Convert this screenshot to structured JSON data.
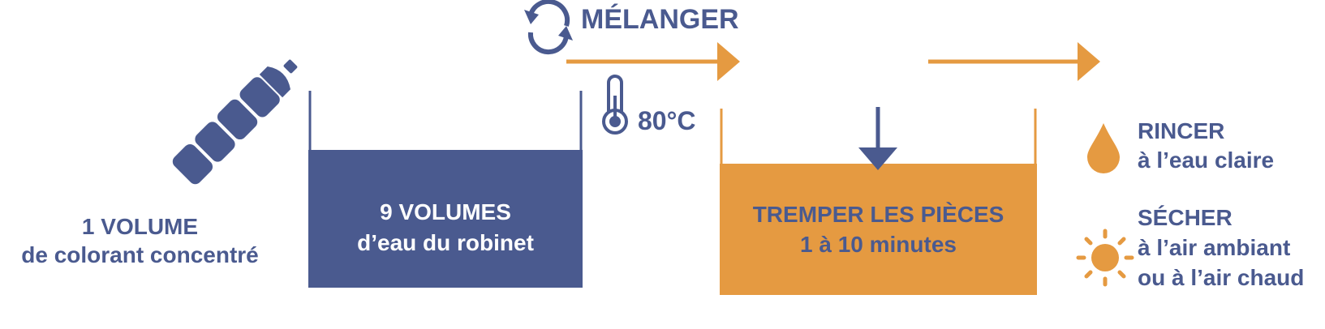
{
  "colors": {
    "blue": "#4a5a8f",
    "orange": "#e59a41",
    "white": "#ffffff"
  },
  "icons": [
    "bottle-icon",
    "mix-cycle-icon",
    "thermometer-icon",
    "water-drop-icon",
    "sun-icon",
    "arrow-right-icon",
    "arrow-down-icon"
  ],
  "step1": {
    "line1": "1 VOLUME",
    "line2": "de colorant concentré"
  },
  "step2": {
    "line1": "9 VOLUMES",
    "line2": "d’eau du robinet"
  },
  "mix": {
    "label": "MÉLANGER"
  },
  "heat": {
    "label": "80°C"
  },
  "soak": {
    "line1": "TREMPER LES PIÈCES",
    "line2": "1 à 10 minutes"
  },
  "rinse": {
    "line1": "RINCER",
    "line2": "à l’eau claire"
  },
  "dry": {
    "line1": "SÉCHER",
    "line2": "à l’air ambiant",
    "line3": "ou à l’air chaud"
  }
}
